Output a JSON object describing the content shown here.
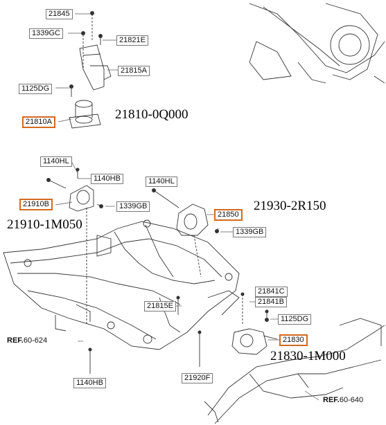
{
  "labels": {
    "p21845": "21845",
    "p1339gc": "1339GC",
    "p21821e": "21821E",
    "p21815a": "21815A",
    "p1125dg_top": "1125DG",
    "p21810a": "21810A",
    "p1140hl_left": "1140HL",
    "p1140hb_top": "1140HB",
    "p1140hl_mid": "1140HL",
    "p21910b": "21910B",
    "p1339gb_left": "1339GB",
    "p21850": "21850",
    "p1339gb_right": "1339GB",
    "p21841c": "21841C",
    "p21841b": "21841B",
    "p21815e": "21815E",
    "p1125dg_bot": "1125DG",
    "p21830": "21830",
    "p1140hb_bot": "1140HB",
    "p21920f": "21920F"
  },
  "part_numbers": {
    "top": "21810-0Q000",
    "mid_right": "21930-2R150",
    "mid_left": "21910-1M050",
    "bottom": "21830-1M000"
  },
  "refs": {
    "left_prefix": "REF.",
    "left_num": "60-624",
    "right_prefix": "REF.",
    "right_num": "60-640"
  },
  "colors": {
    "highlight": "#d2691e",
    "line": "#333333"
  }
}
